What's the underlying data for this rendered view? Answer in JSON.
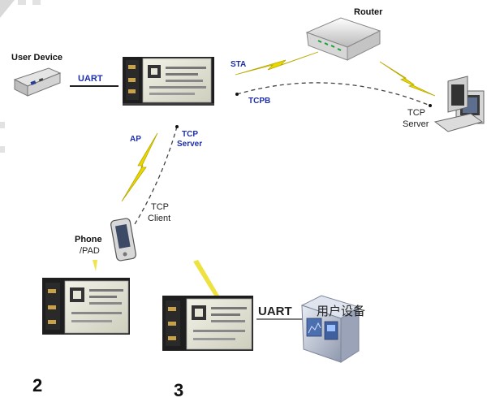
{
  "labels": {
    "user_device": "User Device",
    "uart_top": "UART",
    "sta": "STA",
    "tcpb": "TCPB",
    "router": "Router",
    "tcp_server_right_1": "TCP",
    "tcp_server_right_2": "Server",
    "ap": "AP",
    "tcp_server_mid_1": "TCP",
    "tcp_server_mid_2": "Server",
    "tcp_client_1": "TCP",
    "tcp_client_2": "Client",
    "phone_1": "Phone",
    "phone_2": "/PAD",
    "uart_bottom": "UART",
    "user_device_cn": "用户设备",
    "num_2": "2",
    "num_3": "3"
  },
  "colors": {
    "module_dark": "#1e1e1e",
    "module_shield": "#e6e6d8",
    "lightning": "#e8d800",
    "accent_blue": "#1f2fa8"
  }
}
